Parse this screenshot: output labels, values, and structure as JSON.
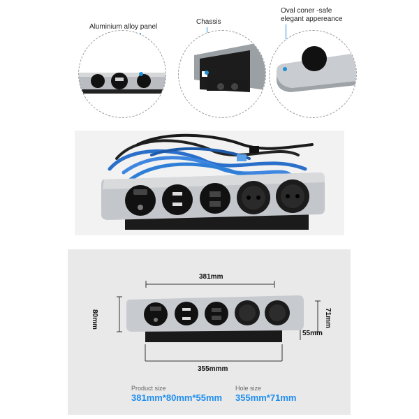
{
  "callouts": {
    "panel": "Aluminium alloy panel",
    "chassis": "Chassis",
    "corner_line1": "Oval coner -safe",
    "corner_line2": "elegant appereance"
  },
  "dimensions": {
    "top_length": "381mm",
    "left_height": "80mm",
    "right_height": "71mm",
    "depth": "55mm",
    "bottom_length": "355mmm"
  },
  "specs": {
    "product_size_label": "Product size",
    "product_size_value": "381mm*80mm*55mm",
    "hole_size_label": "Hole size",
    "hole_size_value": "355mm*71mm"
  },
  "colors": {
    "accent": "#1f8ef1",
    "callout_line": "#1e90d6"
  }
}
